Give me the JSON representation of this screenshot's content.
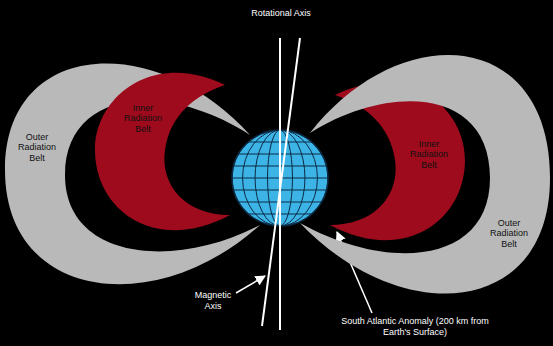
{
  "diagram": {
    "nodes": [
      {
        "text": [
          "Outer Radiation Belt"
        ]
      },
      {
        "text": [
          "Inner Radiation Belt"
        ]
      },
      {
        "text": [
          "Inner Radiation Belt"
        ]
      },
      {
        "text": [
          "Outer Radiation Belt"
        ]
      }
    ],
    "labels": [
      "Rotational Axis",
      "Magnetic Axis",
      "South Atlantic Anomaly (200 km from Earth's Surface)"
    ]
  }
}
